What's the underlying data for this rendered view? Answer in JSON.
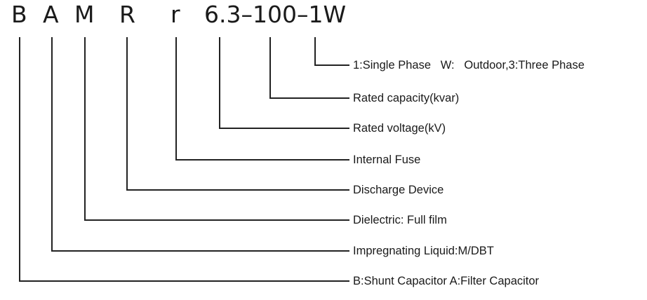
{
  "model_code": {
    "full": "BAMRr6.3-100-1W",
    "segments": [
      {
        "id": "B",
        "text": "B"
      },
      {
        "id": "A",
        "text": "A"
      },
      {
        "id": "M",
        "text": "M"
      },
      {
        "id": "R",
        "text": "R"
      },
      {
        "id": "r",
        "text": "r"
      },
      {
        "id": "voltage",
        "text": "6.3–100–1W"
      }
    ]
  },
  "labels": [
    {
      "segment": "1W",
      "text": "1:Single Phase   W:   Outdoor,3:Three Phase"
    },
    {
      "segment": "100",
      "text": "Rated capacity(kvar)"
    },
    {
      "segment": "6.3",
      "text": "Rated voltage(kV)"
    },
    {
      "segment": "r",
      "text": "Internal Fuse"
    },
    {
      "segment": "R",
      "text": "Discharge Device"
    },
    {
      "segment": "M",
      "text": "Dielectric: Full film"
    },
    {
      "segment": "A",
      "text": "Impregnating Liquid:M/DBT"
    },
    {
      "segment": "B",
      "text": "B:Shunt Capacitor A:Filter Capacitor"
    }
  ],
  "colors": {
    "line": "#222222",
    "text": "#1a1a1a",
    "background": "#ffffff"
  }
}
